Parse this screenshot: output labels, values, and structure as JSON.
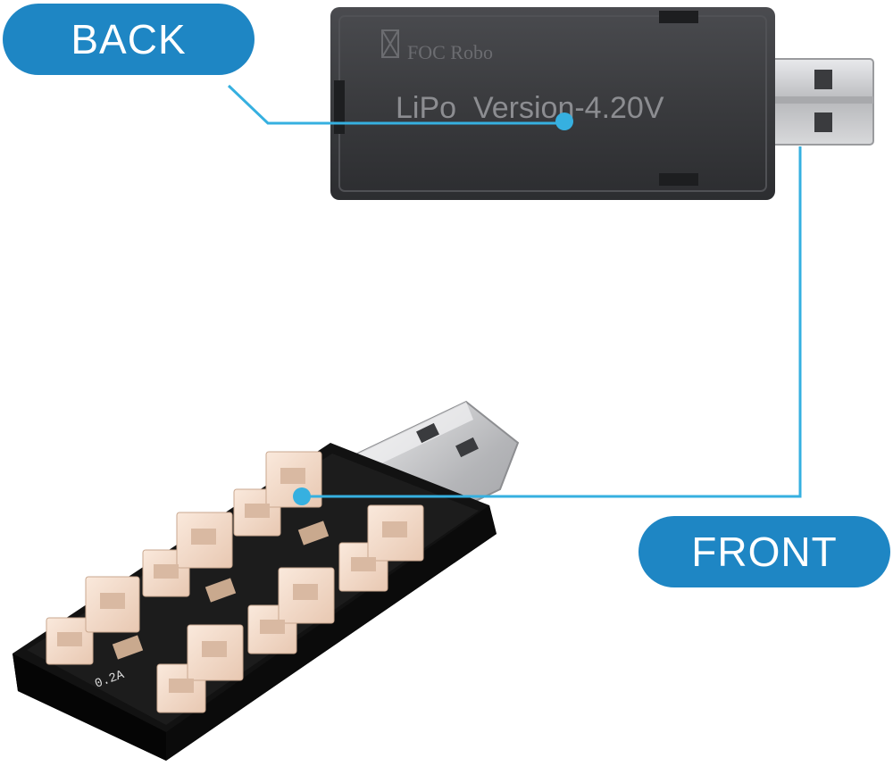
{
  "labels": {
    "back": "BACK",
    "front": "FRONT"
  },
  "device_back": {
    "printed_text": "LiPo  Version-4.20V",
    "logo_text": "FOC Robo"
  },
  "device_front": {
    "silkscreen_text": "0.2A"
  },
  "colors": {
    "accent": "#1e86c4",
    "callout_line": "#36b0e0",
    "device_body_back": "#3a3b3e",
    "device_body_front": "#141414",
    "connector": "#f3dccb",
    "usb_metal": "#c8c9cb"
  }
}
